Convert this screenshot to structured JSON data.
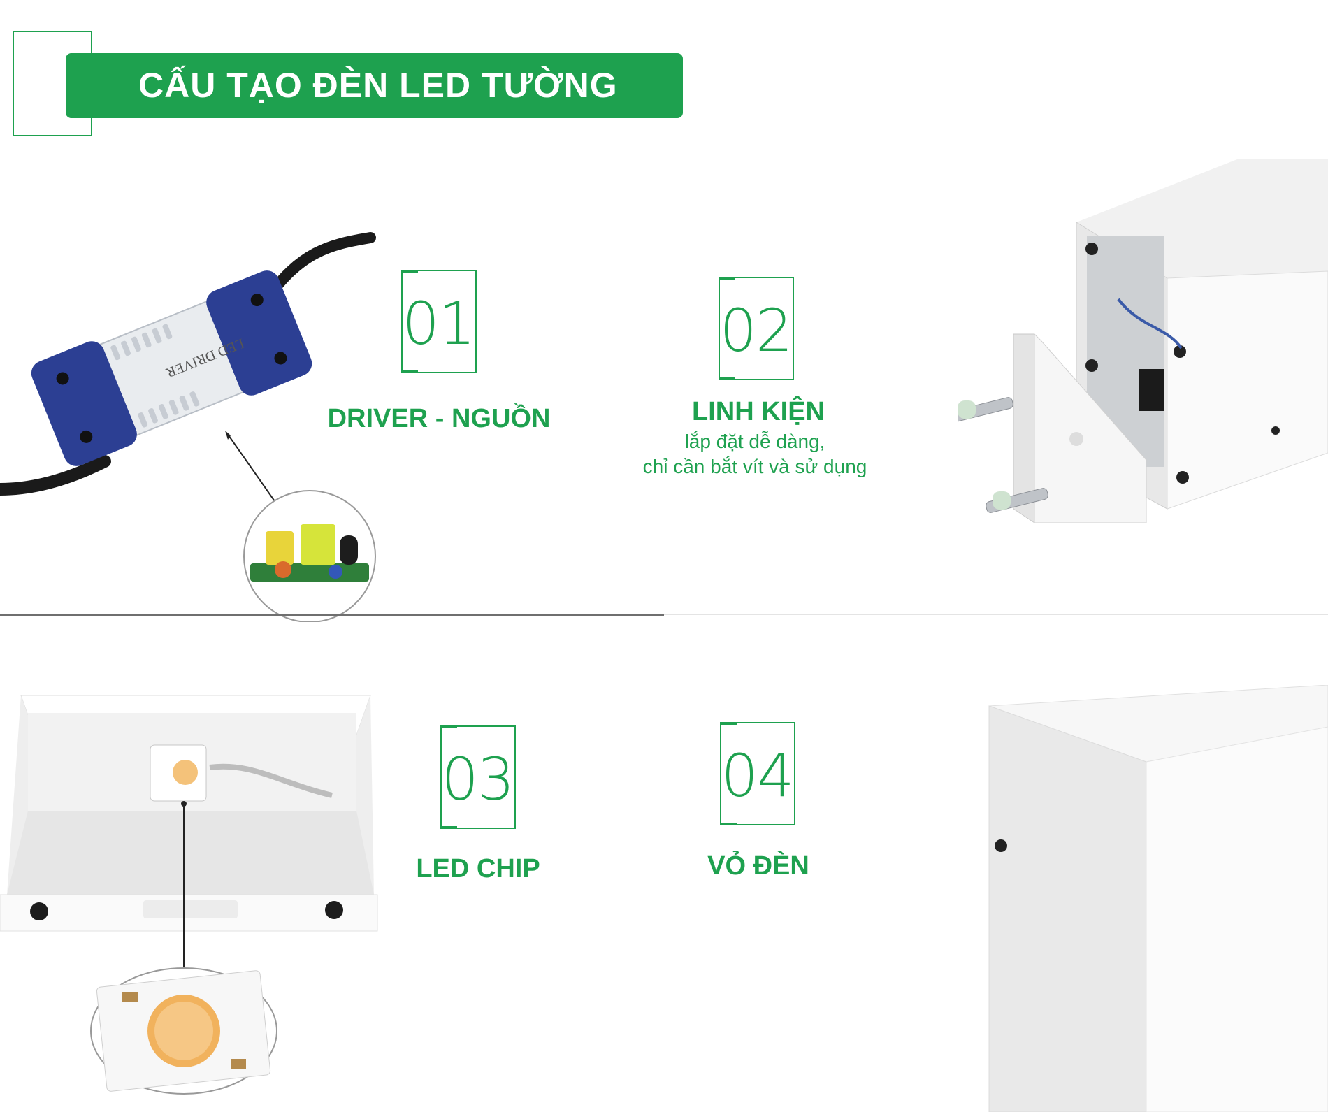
{
  "header": {
    "title": "CẤU TẠO ĐÈN LED TƯỜNG"
  },
  "items": [
    {
      "number": "01",
      "label": "DRIVER - NGUỒN"
    },
    {
      "number": "02",
      "label": "LINH KIỆN",
      "description_line1": "lắp đặt dễ dàng,",
      "description_line2": "chỉ cần bắt vít và sử dụng"
    },
    {
      "number": "03",
      "label": "LED CHIP"
    },
    {
      "number": "04",
      "label": "VỎ ĐÈN"
    }
  ],
  "driver_print": {
    "text": "LED DRIVER"
  },
  "colors": {
    "accent": "#1ea14f",
    "driver_blue": "#2c3f93"
  }
}
